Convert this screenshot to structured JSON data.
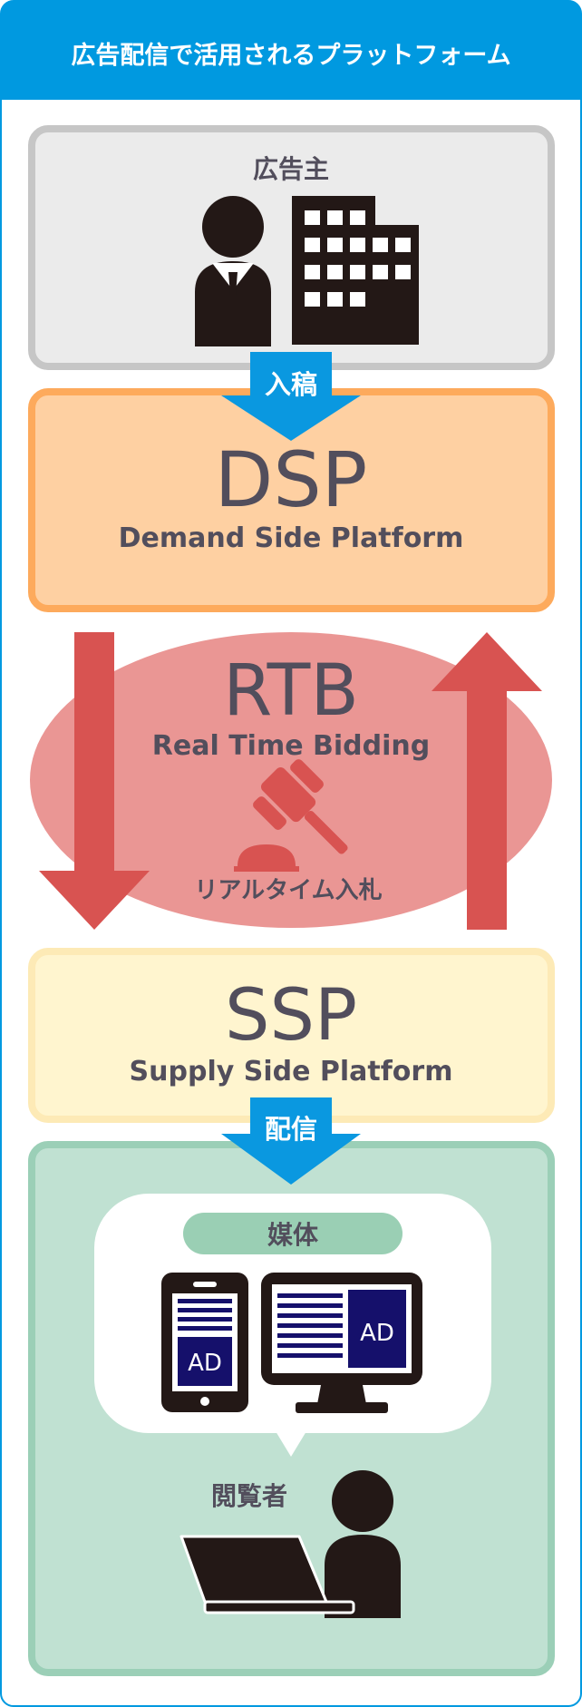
{
  "header": {
    "title": "広告配信で活用されるプラットフォーム"
  },
  "advertiser": {
    "label": "広告主"
  },
  "flow": {
    "submit_label": "入稿",
    "deliver_label": "配信"
  },
  "dsp": {
    "abbr": "DSP",
    "full": "Demand Side Platform"
  },
  "rtb": {
    "abbr": "RTB",
    "full": "Real Time Bidding",
    "caption": "リアルタイム入札"
  },
  "ssp": {
    "abbr": "SSP",
    "full": "Supply Side Platform"
  },
  "media": {
    "label": "媒体",
    "phone_ad_label": "AD",
    "monitor_ad_label": "AD"
  },
  "viewer": {
    "label": "閲覧者"
  },
  "colors": {
    "header_blue": "#0099e0",
    "arrow_blue": "#0a98e0",
    "advertiser_bg": "#ebebeb",
    "advertiser_border": "#c6c6c6",
    "dsp_bg": "#fed0a2",
    "dsp_border": "#fdaa5c",
    "rtb_bg": "#ea9694",
    "rtb_arrow": "#d85351",
    "ssp_bg": "#fff5cf",
    "ssp_border": "#fdeab6",
    "media_bg": "#c0e1d2",
    "media_border": "#9bcfb7",
    "media_pill": "#9acfb4",
    "text_dark": "#524e5c",
    "icon_dark": "#231816",
    "ad_navy": "#15106b"
  }
}
